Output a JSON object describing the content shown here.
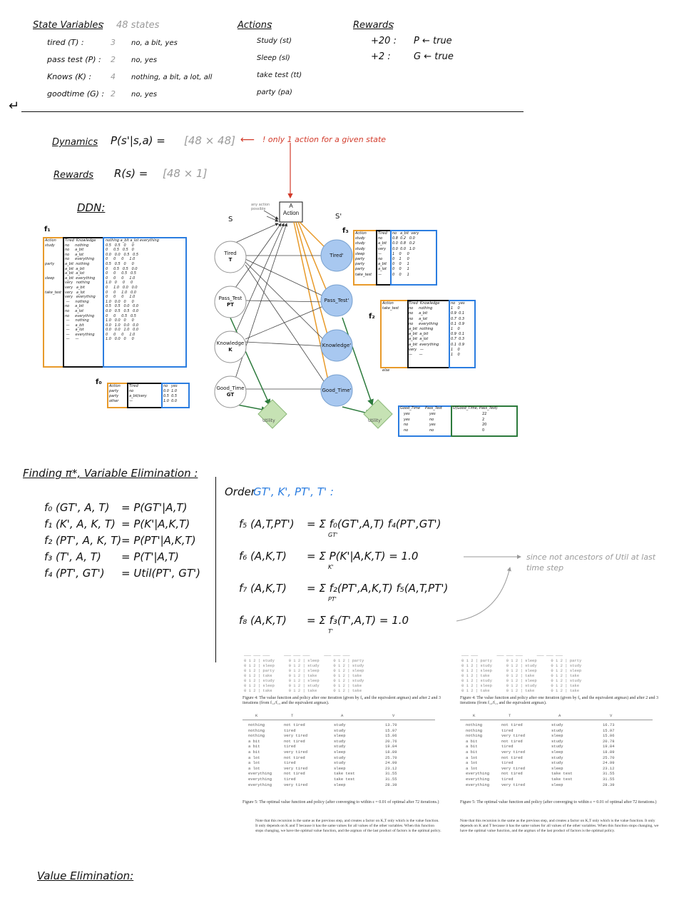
{
  "state_vars": {
    "heading": "State Variables",
    "colon": ":",
    "count": "48 states",
    "rows": [
      {
        "name": "tired (T) :",
        "num": "3",
        "vals": "no, a bit, yes"
      },
      {
        "name": "pass test (P) :",
        "num": "2",
        "vals": "no, yes"
      },
      {
        "name": "Knows (K) :",
        "num": "4",
        "vals": "nothing, a bit, a lot, all"
      },
      {
        "name": "goodtime (G) :",
        "num": "2",
        "vals": "no, yes"
      }
    ]
  },
  "actions": {
    "heading": "Actions",
    "items": [
      "Study (st)",
      "Sleep (sl)",
      "take test (tt)",
      "party (pa)"
    ]
  },
  "rewards": {
    "heading": "Rewards",
    "items": [
      {
        "val": "+20 :",
        "cond": "P ← true"
      },
      {
        "val": "+2 :",
        "cond": "G ← true"
      }
    ]
  },
  "dynamics": {
    "label": "Dynamics",
    "expr": "P(s'|s,a) =",
    "size": "[48 × 48]",
    "note": "! only 1 action for a given state",
    "rewards_label": "Rewards",
    "rewards_expr": "R(s) =",
    "rewards_size": "[48 × 1]"
  },
  "ddn": {
    "label": "DDN:",
    "s": "S",
    "s_prime": "S'",
    "action_node": "A\nAction",
    "note": "any action possible",
    "nodes_left": [
      "Tired\nT",
      "Pass_Test\nPT",
      "Knowledge\nK",
      "Good_Time\nGT"
    ],
    "nodes_right": [
      "Tired'",
      "Pass_Test'",
      "Knowledge'",
      "Good_Time'"
    ],
    "utility": "Utility",
    "utility2": "Utility'",
    "f_labels": [
      "f₁",
      "f₃",
      "f₂",
      "f₀"
    ]
  },
  "util_table": {
    "headers": [
      "Good_Time",
      "Pass_Test",
      "U(Good_Time, Pass_Test)"
    ],
    "rows": [
      [
        "yes",
        "yes",
        "22"
      ],
      [
        "yes",
        "no",
        "2"
      ],
      [
        "no",
        "yes",
        "20"
      ],
      [
        "no",
        "no",
        "0"
      ]
    ]
  },
  "finding": {
    "heading": "Finding π*, Variable Elimination :",
    "defs": [
      {
        "f": "f₀ (GT', A, T)",
        "eq": "= P(GT'|A,T)"
      },
      {
        "f": "f₁ (K', A, K, T)",
        "eq": "= P(K'|A,K,T)"
      },
      {
        "f": "f₂ (PT', A, K, T)",
        "eq": "= P(PT'|A,K,T)"
      },
      {
        "f": "f₃ (T', A, T)",
        "eq": "= P(T'|A,T)"
      },
      {
        "f": "f₄ (PT', GT')",
        "eq": "= Util(PT', GT')"
      }
    ],
    "order_label": "Order",
    "order": "GT', K', PT', T' :",
    "eqs": [
      {
        "lhs": "f₅ (A,T,PT')",
        "rhs": "= Σ f₀(GT',A,T) f₄(PT',GT')",
        "sub": "GT'"
      },
      {
        "lhs": "f₆ (A,K,T)",
        "rhs": "= Σ P(K'|A,K,T) = 1.0",
        "sub": "K'"
      },
      {
        "lhs": "f₇ (A,K,T)",
        "rhs": "= Σ f₂(PT',A,K,T) f₅(A,T,PT')",
        "sub": "PT'"
      },
      {
        "lhs": "f₈ (A,K,T)",
        "rhs": "= Σ f₃(T',A,T) = 1.0",
        "sub": "T'"
      }
    ],
    "side_note": "since not ancestors of Util at last time step"
  },
  "paper_left": {
    "caption1": "Figure 4: The value function and policy after one iteration (given by f₀ and the equivalent argmax) and after 2 and 3 iterations (from f₁₂/f₁₃ and the equivalent argmax).",
    "headers": [
      "K",
      "T",
      "A",
      "V"
    ],
    "rows": [
      [
        "nothing",
        "not tired",
        "study",
        "13.70"
      ],
      [
        "nothing",
        "tired",
        "study",
        "15.97"
      ],
      [
        "nothing",
        "very tired",
        "sleep",
        "15.06"
      ],
      [
        "a bit",
        "not tired",
        "study",
        "20.76"
      ],
      [
        "a bit",
        "tired",
        "study",
        "19.84"
      ],
      [
        "a bit",
        "very tired",
        "sleep",
        "18.89"
      ],
      [
        "a lot",
        "not tired",
        "study",
        "25.70"
      ],
      [
        "a lot",
        "tired",
        "study",
        "24.99"
      ],
      [
        "a lot",
        "very tired",
        "sleep",
        "23.12"
      ],
      [
        "everything",
        "not tired",
        "take test",
        "31.55"
      ],
      [
        "everything",
        "tired",
        "take test",
        "31.55"
      ],
      [
        "everything",
        "very tired",
        "sleep",
        "28.39"
      ]
    ],
    "caption2": "Figure 5: The optimal value function and policy (after converging to within ε = 0.01 of optimal after 72 iterations.)",
    "note": "Note that this recursion is the same as the previous step, and creates a factor on K,T only which is the value function. It only depends on K and T because it has the same values for all values of the other variables. When this function stops changing, we have the optimal value function, and the argmax of the last product of factors is the optimal policy."
  },
  "paper_right": {
    "caption1": "Figure 4: The value function and policy after one iteration (given by f₀ and the equivalent argmax) and after 2 and 3 iterations (from f₁₂/f₁₃ and the equivalent argmax).",
    "headers": [
      "K",
      "T",
      "A",
      "V"
    ],
    "rows": [
      [
        "nothing",
        "not tired",
        "study",
        "16.73"
      ],
      [
        "nothing",
        "tired",
        "study",
        "15.97"
      ],
      [
        "nothing",
        "very tired",
        "sleep",
        "15.06"
      ],
      [
        "a bit",
        "not tired",
        "study",
        "20.78"
      ],
      [
        "a bit",
        "tired",
        "study",
        "19.84"
      ],
      [
        "a bit",
        "very tired",
        "sleep",
        "18.89"
      ],
      [
        "a lot",
        "not tired",
        "study",
        "25.70"
      ],
      [
        "a lot",
        "tired",
        "study",
        "24.99"
      ],
      [
        "a lot",
        "very tired",
        "sleep",
        "23.12"
      ],
      [
        "everything",
        "not tired",
        "take test",
        "31.55"
      ],
      [
        "everything",
        "tired",
        "take test",
        "31.55"
      ],
      [
        "everything",
        "very tired",
        "sleep",
        "28.39"
      ]
    ],
    "caption2": "Figure 5: The optimal value function and policy (after converging to within ε = 0.01 of optimal after 72 iterations.)",
    "note": "Note that this recursion is the same as the previous step, and creates a factor on K,T only which is the value function. It only depends on K and T because it has the same values for all values of the other variables. When this function stops changing, we have the optimal value function, and the argmax of the last product of factors is the optimal policy."
  },
  "value_elim": {
    "heading": "Value Elimination:"
  }
}
